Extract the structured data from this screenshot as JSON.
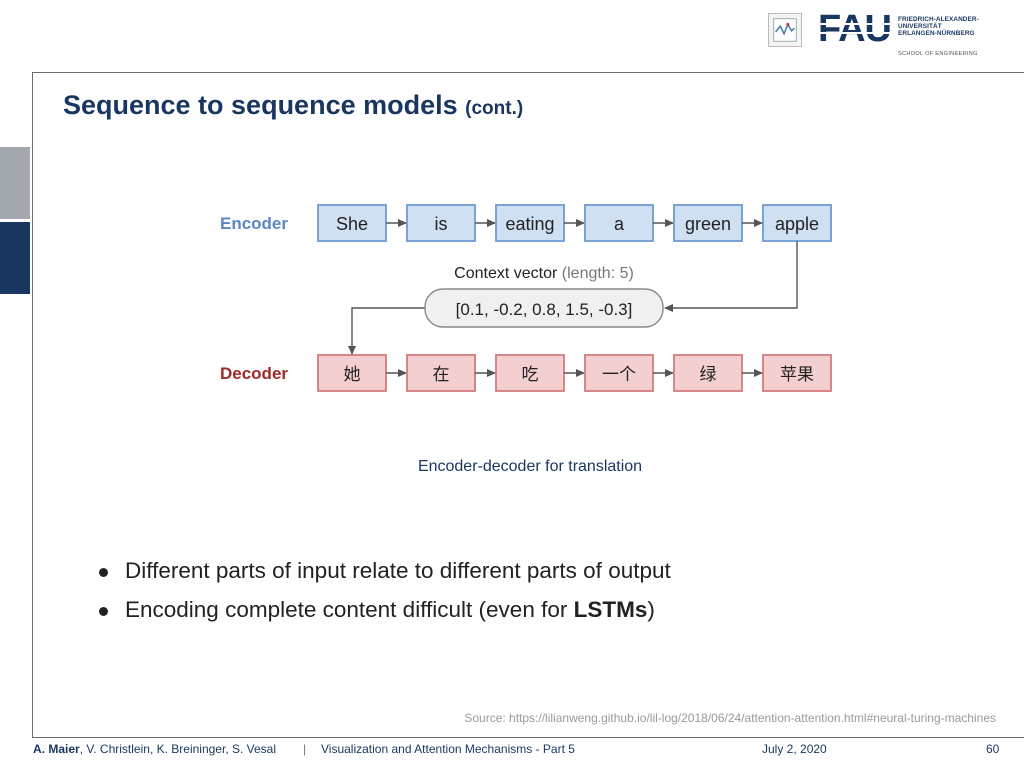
{
  "header": {
    "logo_word": "FAU",
    "university_lines": [
      "FRIEDRICH-ALEXANDER-",
      "UNIVERSITÄT",
      "ERLANGEN-NÜRNBERG"
    ],
    "school": "SCHOOL OF ENGINEERING"
  },
  "slide": {
    "title": "Sequence to sequence models",
    "title_suffix": "(cont.)"
  },
  "diagram": {
    "encoder_label": "Encoder",
    "decoder_label": "Decoder",
    "encoder_tokens": [
      "She",
      "is",
      "eating",
      "a",
      "green",
      "apple"
    ],
    "decoder_tokens": [
      "她",
      "在",
      "吃",
      "一个",
      "绿",
      "苹果"
    ],
    "context_label": "Context vector",
    "context_length": "(length: 5)",
    "context_vector": "[0.1, -0.2, 0.8, 1.5, -0.3]",
    "caption": "Encoder-decoder for translation",
    "colors": {
      "encoder_fill": "#cfe0f3",
      "encoder_stroke": "#6f9ad1",
      "encoder_label": "#5b86c4",
      "decoder_fill": "#f3cfcf",
      "decoder_stroke": "#d47b7b",
      "decoder_label": "#9e2a2a",
      "arrow": "#555555"
    }
  },
  "bullets": {
    "item1": "Different parts of input relate to different parts of output",
    "item2_pre": "Encoding complete content difficult (even for ",
    "item2_bold": "LSTMs",
    "item2_post": ")"
  },
  "source": "Source: https://lilianweng.github.io/lil-log/2018/06/24/attention-attention.html#neural-turing-machines",
  "footer": {
    "author_bold": "A. Maier",
    "authors_rest": ", V. Christlein, K. Breininger, S. Vesal",
    "separator": "|",
    "lecture": "Visualization and Attention Mechanisms - Part 5",
    "date": "July 2, 2020",
    "page": "60"
  }
}
